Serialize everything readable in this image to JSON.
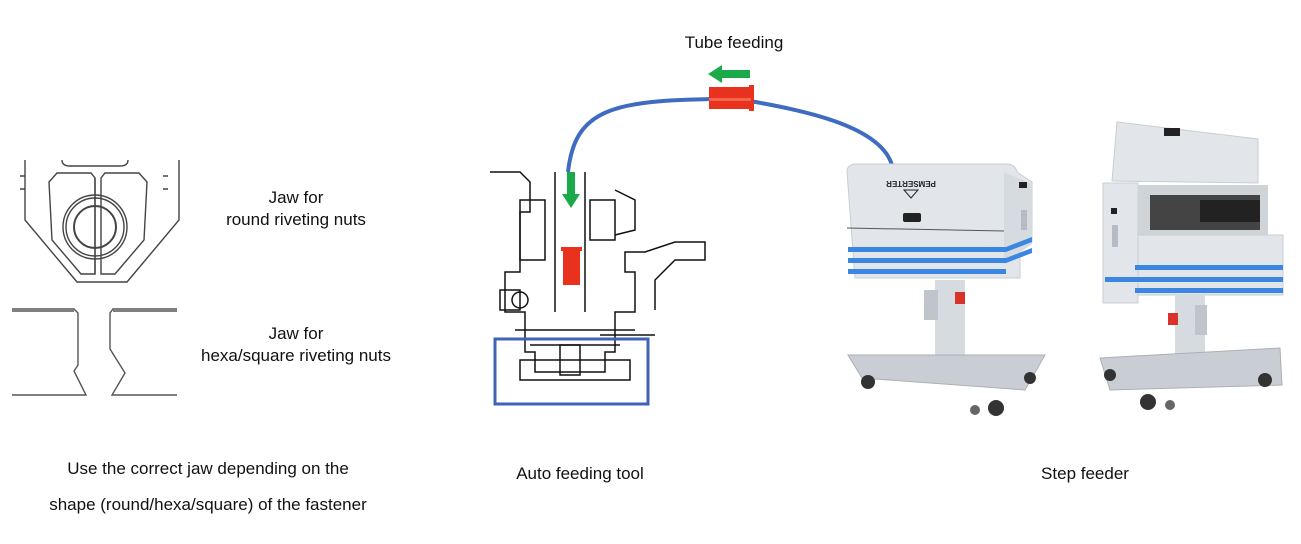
{
  "jaw_round": {
    "line1": "Jaw for",
    "line2": "round riveting nuts"
  },
  "jaw_hexa": {
    "line1": "Jaw for",
    "line2": "hexa/square riveting nuts"
  },
  "jaw_caption": {
    "line1": "Use the correct jaw depending on the",
    "line2": "shape (round/hexa/square) of the fastener"
  },
  "tube_feeding": {
    "label": "Tube feeding"
  },
  "auto_feeding_tool": {
    "label": "Auto feeding tool"
  },
  "step_feeder": {
    "label": "Step feeder",
    "brand_text": "PEMSERTER"
  },
  "colors": {
    "tube": "#3f6cc0",
    "arrow": "#1aaa4a",
    "fastener": "#e8321e",
    "highlight_box": "#3f63b5",
    "stripe": "#3a86e0",
    "machine_body": "#e2e6ea"
  }
}
